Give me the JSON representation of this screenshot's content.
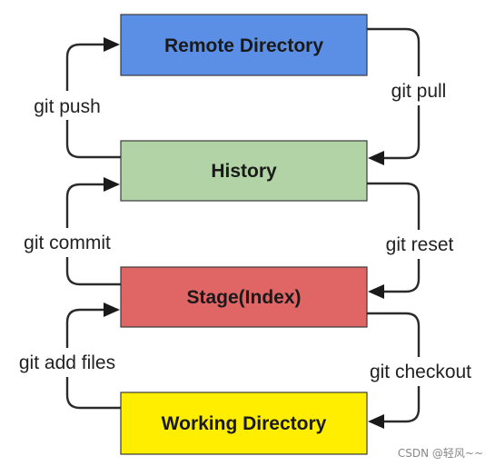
{
  "nodes": {
    "remote": {
      "label": "Remote Directory",
      "color": "#5b8fe6"
    },
    "history": {
      "label": "History",
      "color": "#b2d3a5"
    },
    "stage": {
      "label": "Stage(Index)",
      "color": "#e06666"
    },
    "working": {
      "label": "Working Directory",
      "color": "#ffee00"
    }
  },
  "edges": {
    "git_push": {
      "label": "git push",
      "from": "History",
      "to": "Remote Directory"
    },
    "git_pull": {
      "label": "git pull",
      "from": "Remote Directory",
      "to": "History"
    },
    "git_commit": {
      "label": "git commit",
      "from": "Stage(Index)",
      "to": "History"
    },
    "git_reset": {
      "label": "git reset",
      "from": "History",
      "to": "Stage(Index)"
    },
    "git_add": {
      "label": "git add files",
      "from": "Working Directory",
      "to": "Stage(Index)"
    },
    "git_checkout": {
      "label": "git checkout",
      "from": "Stage(Index)",
      "to": "Working Directory"
    }
  },
  "watermark": "CSDN @轻风~~"
}
